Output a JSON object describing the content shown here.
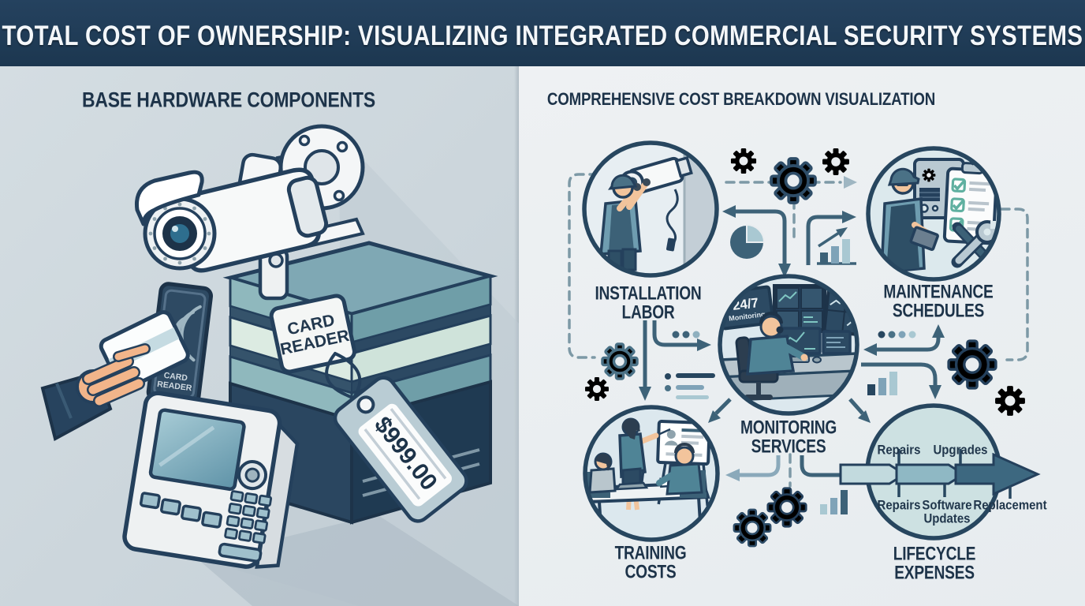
{
  "header": {
    "title": "TOTAL COST OF OWNERSHIP: VISUALIZING INTEGRATED COMMERCIAL SECURITY SYSTEMS"
  },
  "left_panel": {
    "heading": "BASE HARDWARE COMPONENTS",
    "sign_label": {
      "line1": "CARD",
      "line2": "READER"
    },
    "reader_label": {
      "line1": "CARD",
      "line2": "READER"
    },
    "price_tag": "$999.00",
    "icons": [
      "cctv-camera-icon",
      "wall-mount-icon",
      "card-reader-panel-icon",
      "contactless-waves-icon",
      "access-card-icon",
      "hand-icon",
      "keypad-terminal-icon",
      "price-tag-icon"
    ]
  },
  "right_panel": {
    "heading": "COMPREHENSIVE COST BREAKDOWN VISUALIZATION",
    "nodes": {
      "installation": {
        "label": "INSTALLATION LABOR"
      },
      "maintenance": {
        "label": "MAINTENANCE SCHEDULES"
      },
      "monitoring": {
        "label": "MONITORING SERVICES",
        "badge": {
          "line1": "24/7",
          "line2": "Monitoring"
        }
      },
      "training": {
        "label": "TRAINING COSTS"
      },
      "lifecycle": {
        "label": "LIFECYCLE EXPENSES",
        "timeline": {
          "above": [
            "Repairs",
            "Upgrades"
          ],
          "below": [
            "Repairs",
            "Software Updates",
            "Replacement"
          ]
        }
      }
    },
    "icons": [
      "gear-icon",
      "pie-chart-icon",
      "growth-chart-icon",
      "bar-chart-icon",
      "list-icon",
      "ellipsis-dots-icon",
      "dashed-connector",
      "arrow-connector",
      "timeline-arrow-icon"
    ]
  },
  "colors": {
    "title_bar": "#1e3a56",
    "left_bg": "#cdd7dd",
    "right_bg": "#e9edf0",
    "ink": "#1d3349",
    "circle_stroke": "#27465f",
    "arrow_dark": "#3d6278",
    "arrow_light": "#8aa9ba",
    "accent_teal": "#6f9ea8",
    "check_green": "#5fb0a0"
  }
}
